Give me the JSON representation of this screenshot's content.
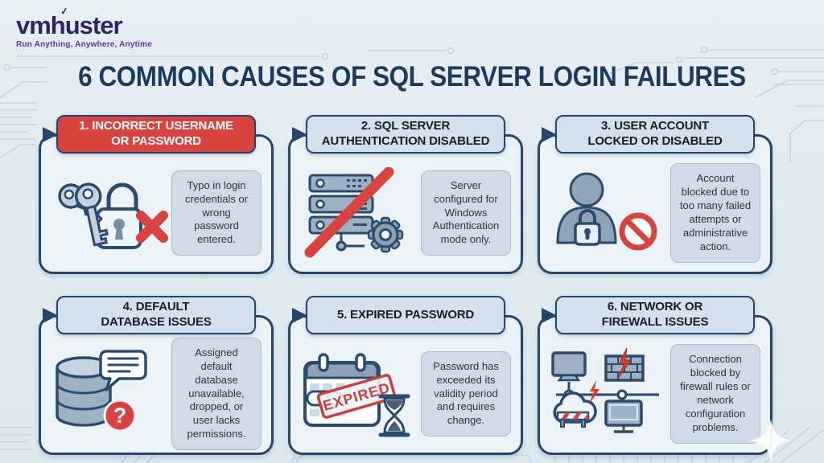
{
  "theme": {
    "page-bg": "#dde8ef",
    "page-bg-top": "#e6eff5",
    "trace": "#c2d4e1",
    "title-color": "#1c3a5d",
    "logo-color": "#2f2566",
    "tagline-color": "#5b3597",
    "card-bg": "#ebf3f9",
    "card-border": "#24466b",
    "header-bg": "#d3e1ef",
    "header-text": "#161d26",
    "header-red-bg": "#d8423f",
    "header-red-text": "#ffffff",
    "note-bg": "#cfdce8",
    "note-border": "#a9bccb",
    "note-text": "#273240",
    "icon-outline": "#2a4a6e",
    "icon-gray": "#9db1c3",
    "icon-gray-light": "#c5d3e0",
    "icon-fill-light": "#eef4f9",
    "accent-red": "#d8423f",
    "stamp-red": "#c9413c"
  },
  "logo": {
    "name": "vmhuster",
    "tagline": "Run Anything, Anywhere, Anytime",
    "check": "✓"
  },
  "title": "6 COMMON CAUSES OF SQL SERVER LOGIN FAILURES",
  "cards": [
    {
      "title": "1. INCORRECT USERNAME\nOR PASSWORD",
      "variant": "red",
      "icon": "keys-and-lock-error",
      "note": "Typo in login credentials or wrong password entered."
    },
    {
      "title": "2. SQL SERVER\nAUTHENTICATION DISABLED",
      "variant": "light",
      "icon": "server-disabled",
      "note": "Server configured for Windows Authentication mode only."
    },
    {
      "title": "3. USER ACCOUNT\nLOCKED OR DISABLED",
      "variant": "light",
      "icon": "user-locked",
      "note": "Account blocked due to too many failed attempts or administrative action."
    },
    {
      "title": "4. DEFAULT\nDATABASE ISSUES",
      "variant": "light",
      "icon": "database-question",
      "icon_glyph": "?",
      "note": "Assigned default database unavailable, dropped, or user lacks permissions."
    },
    {
      "title": "5. EXPIRED PASSWORD",
      "variant": "light",
      "icon": "expired-password-calendar",
      "stamp": "EXPIRED",
      "mask": "* *",
      "note": "Password has exceeded its validity period and requires change."
    },
    {
      "title": "6. NETWORK OR\nFIREWALL ISSUES",
      "variant": "light",
      "icon": "network-firewall",
      "note": "Connection blocked by firewall rules or network configuration problems."
    }
  ]
}
